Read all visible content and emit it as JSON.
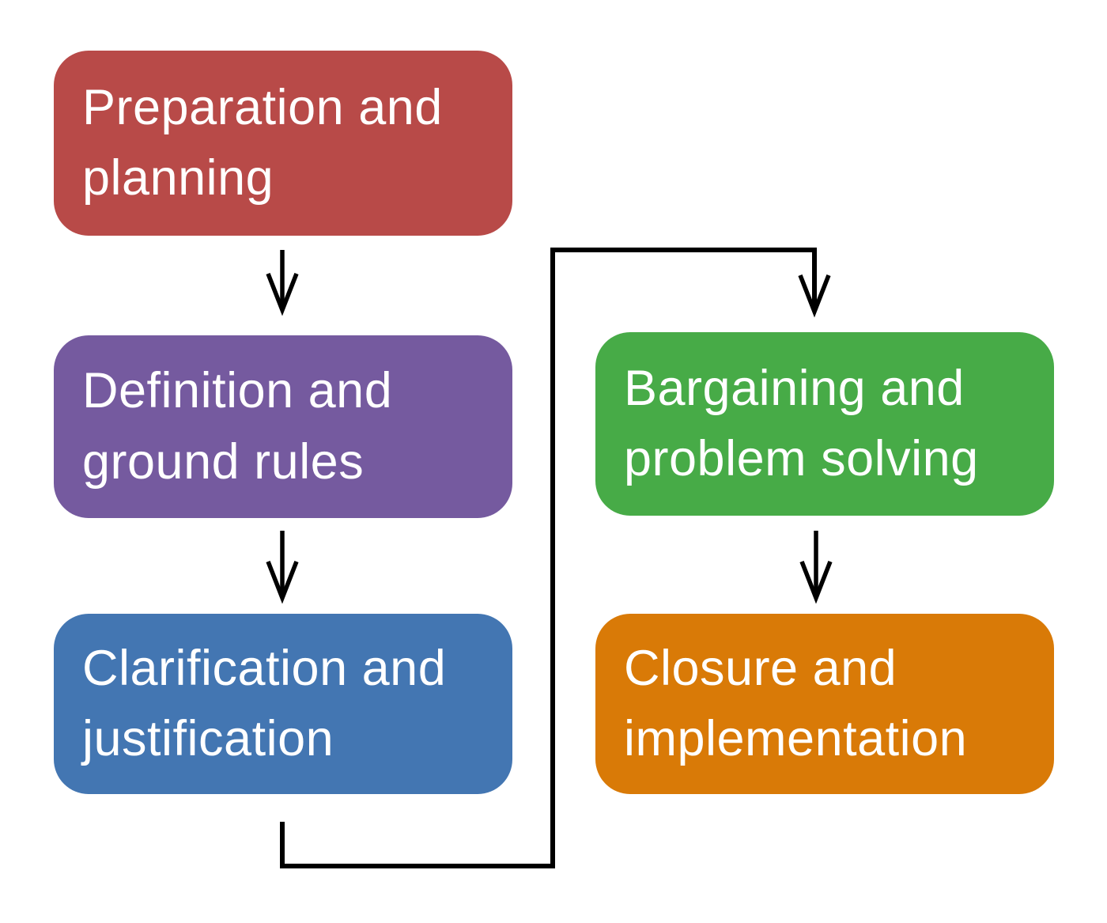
{
  "diagram": {
    "background_color": "#FFFFFF",
    "arrow_color": "#000000",
    "node_text_color": "#FFFFFF",
    "nodes": [
      {
        "id": "preparation",
        "label": "Preparation and planning",
        "color": "#B84A48"
      },
      {
        "id": "definition",
        "label": "Definition and ground rules",
        "color": "#755A9F"
      },
      {
        "id": "clarification",
        "label": "Clarification and justification",
        "color": "#4376B2"
      },
      {
        "id": "bargaining",
        "label": "Bargaining and problem solving",
        "color": "#47AB47"
      },
      {
        "id": "closure",
        "label": "Closure and implementation",
        "color": "#D97A07"
      }
    ],
    "edges": [
      {
        "from": "preparation",
        "to": "definition",
        "style": "straight-down-arrow"
      },
      {
        "from": "definition",
        "to": "clarification",
        "style": "straight-down-arrow"
      },
      {
        "from": "clarification",
        "to": "bargaining",
        "style": "elbow-arrow-down-right-up-right-down"
      },
      {
        "from": "bargaining",
        "to": "closure",
        "style": "straight-down-arrow"
      }
    ]
  }
}
